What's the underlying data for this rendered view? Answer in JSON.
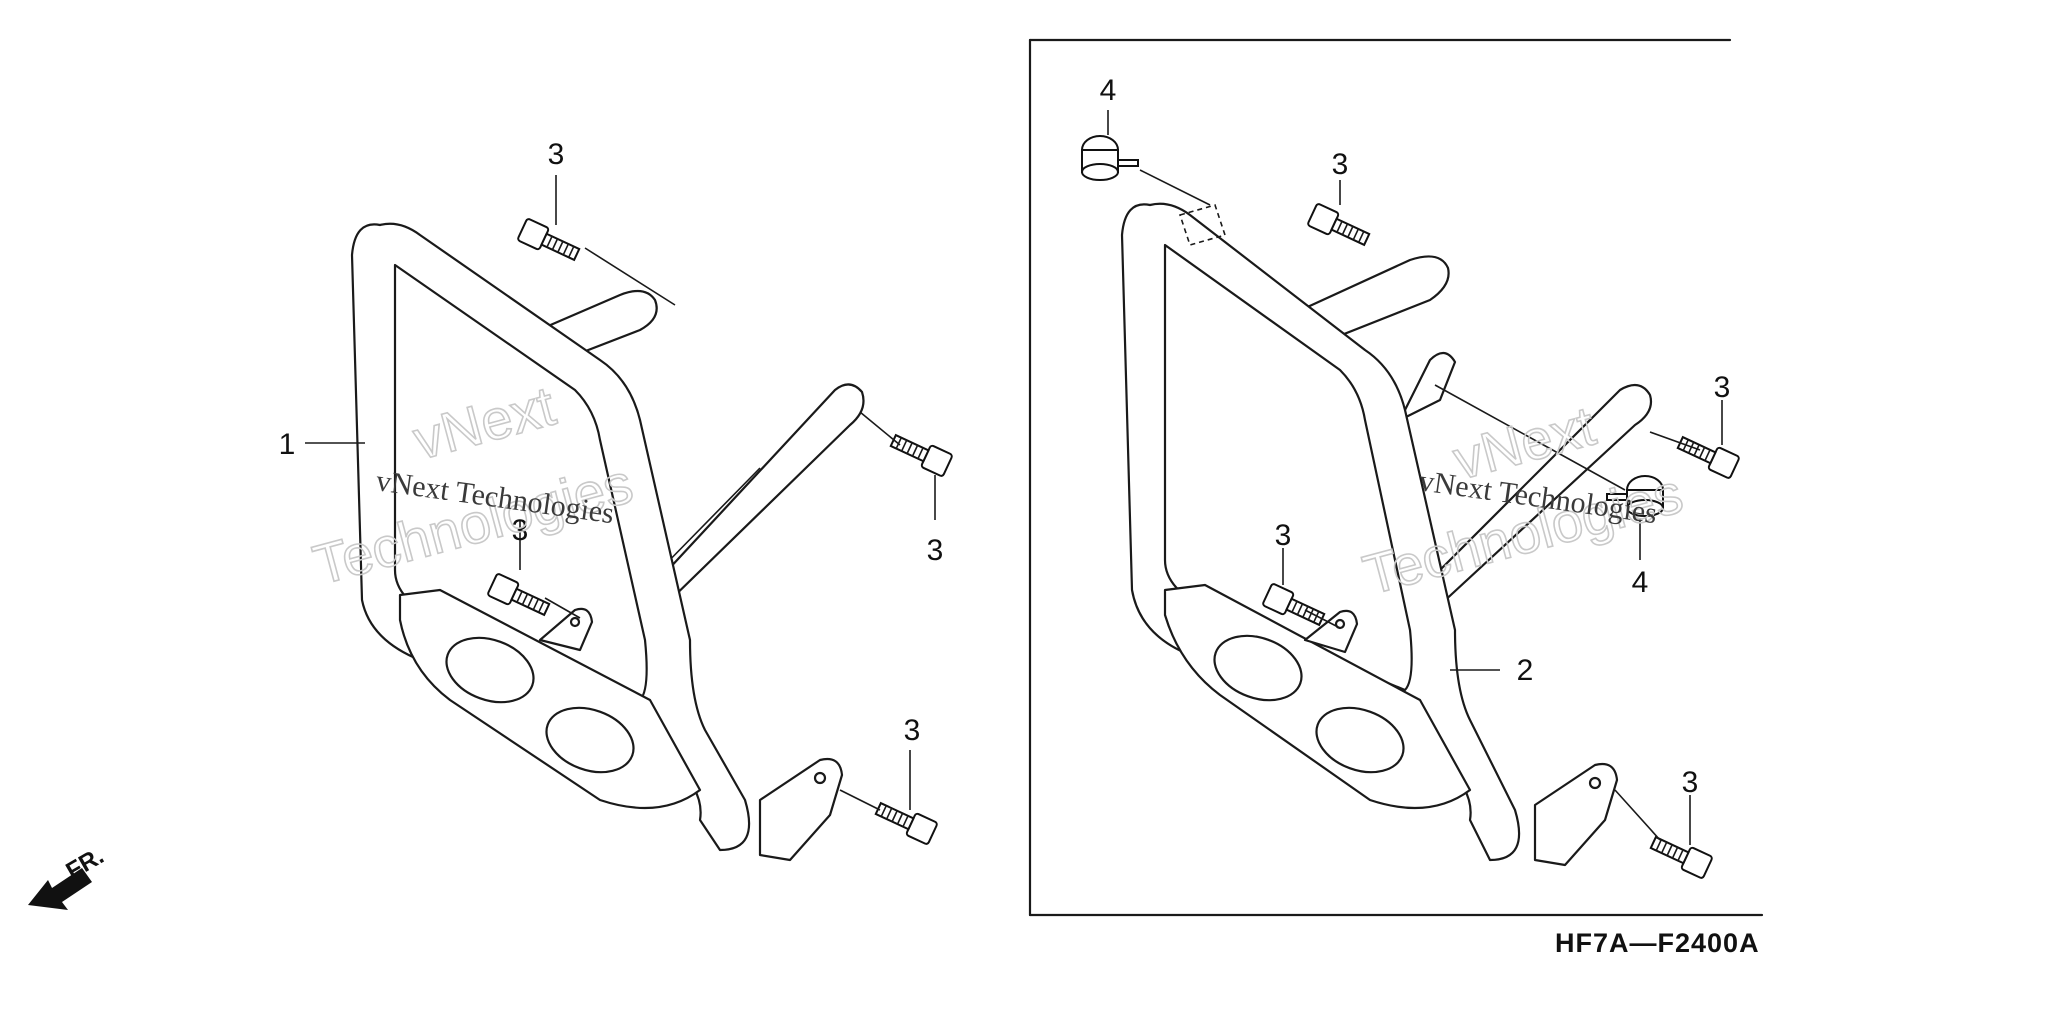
{
  "diagram": {
    "part_code": "HF7A—F2400A",
    "direction_label": "FR.",
    "watermark_small": "vNext Technologies",
    "watermark_large_line1": "vNext",
    "watermark_large_line2": "Technologies",
    "left_view": {
      "callouts": [
        "1",
        "3",
        "3",
        "3",
        "3"
      ]
    },
    "right_view": {
      "callouts": [
        "4",
        "3",
        "3",
        "3",
        "4",
        "2",
        "3"
      ]
    }
  }
}
